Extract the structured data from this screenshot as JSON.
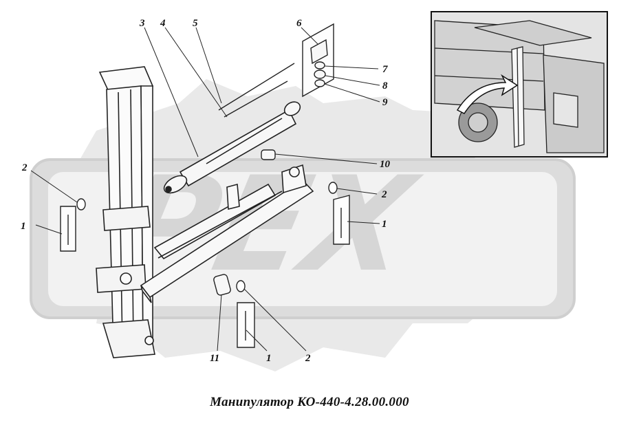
{
  "watermark": {
    "text": "PEX",
    "color": "#d6d6d6"
  },
  "callouts": [
    "1",
    "1",
    "1",
    "2",
    "2",
    "2",
    "3",
    "4",
    "5",
    "6",
    "7",
    "8",
    "9",
    "10",
    "11"
  ],
  "caption": "Манипулятор КО-440-4.28.00.000"
}
